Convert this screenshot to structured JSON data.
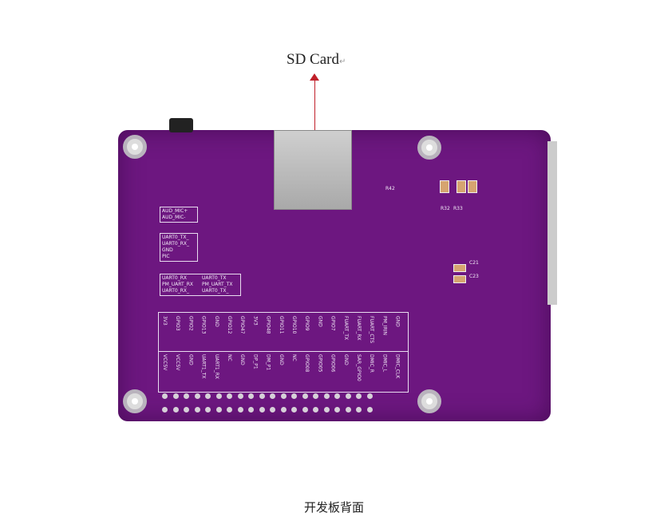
{
  "annotation": {
    "label": "SD Card",
    "return_mark": "↵",
    "arrow_color": "#c0202a"
  },
  "board": {
    "color": "#6d1780",
    "box1": [
      "AUD_MIC+",
      "AUD_MIC-"
    ],
    "box2": [
      "UART0_TX_",
      "UART0_RX_",
      "GND",
      "PIC"
    ],
    "box3": [
      [
        "UART0_RX",
        "UART0_TX"
      ],
      [
        "PM_UART_RX",
        "PM_UART_TX"
      ],
      [
        "UART0_RX_",
        "UART0_TX_"
      ]
    ],
    "header_top": [
      "3V3",
      "GPIO3",
      "GPIO2",
      "GPIO13",
      "GND",
      "GPIO12",
      "GPIO47",
      "3V3",
      "GPIO48",
      "GPIO11",
      "GPIO10",
      "GPIO9",
      "GND",
      "GPIO7",
      "FUART_TX",
      "FUART_RX",
      "FUART_CTS",
      "PM_IRIN",
      "GND"
    ],
    "header_bottom": [
      "VCC5V",
      "VCC5V",
      "GND",
      "UART1_TX",
      "UART1_RX",
      "NC",
      "GND",
      "DP_P1",
      "DM_P1",
      "GND",
      "NC",
      "GPIO08",
      "GPIO05",
      "GPIO06",
      "GND",
      "SAR_GPIO0",
      "DMIC_R",
      "DMIC_L",
      "DMIC_CLK"
    ],
    "component_labels": [
      "R42",
      "C21",
      "C23",
      "R32",
      "R33"
    ]
  },
  "caption": "开发板背面"
}
